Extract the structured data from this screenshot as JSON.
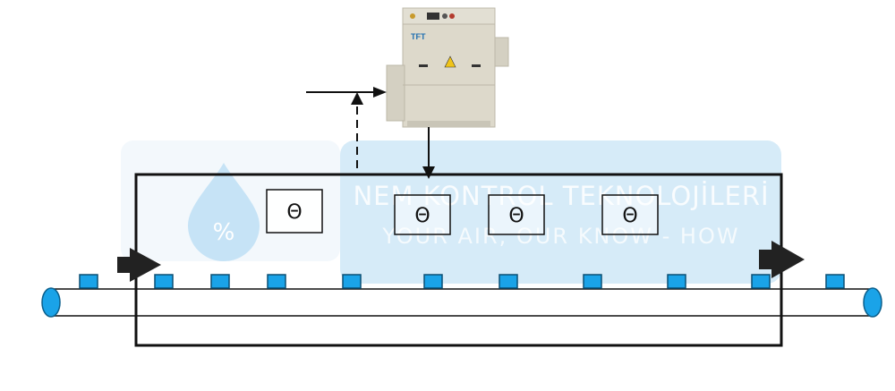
{
  "watermark": {
    "title": "NEM KONTROL TEKNOLOJİLERİ",
    "subtitle": "YOUR AIR, OUR KNOW - HOW",
    "percent": "%"
  },
  "unit": {
    "brand": "TFT"
  },
  "sensor_symbol": "Θ",
  "colors": {
    "accent": "#1aa3e8",
    "watermark_panel": "#d6ebf8",
    "drop": "#c6e3f6",
    "line": "#111111",
    "cabinet": "#ddd9cb"
  }
}
